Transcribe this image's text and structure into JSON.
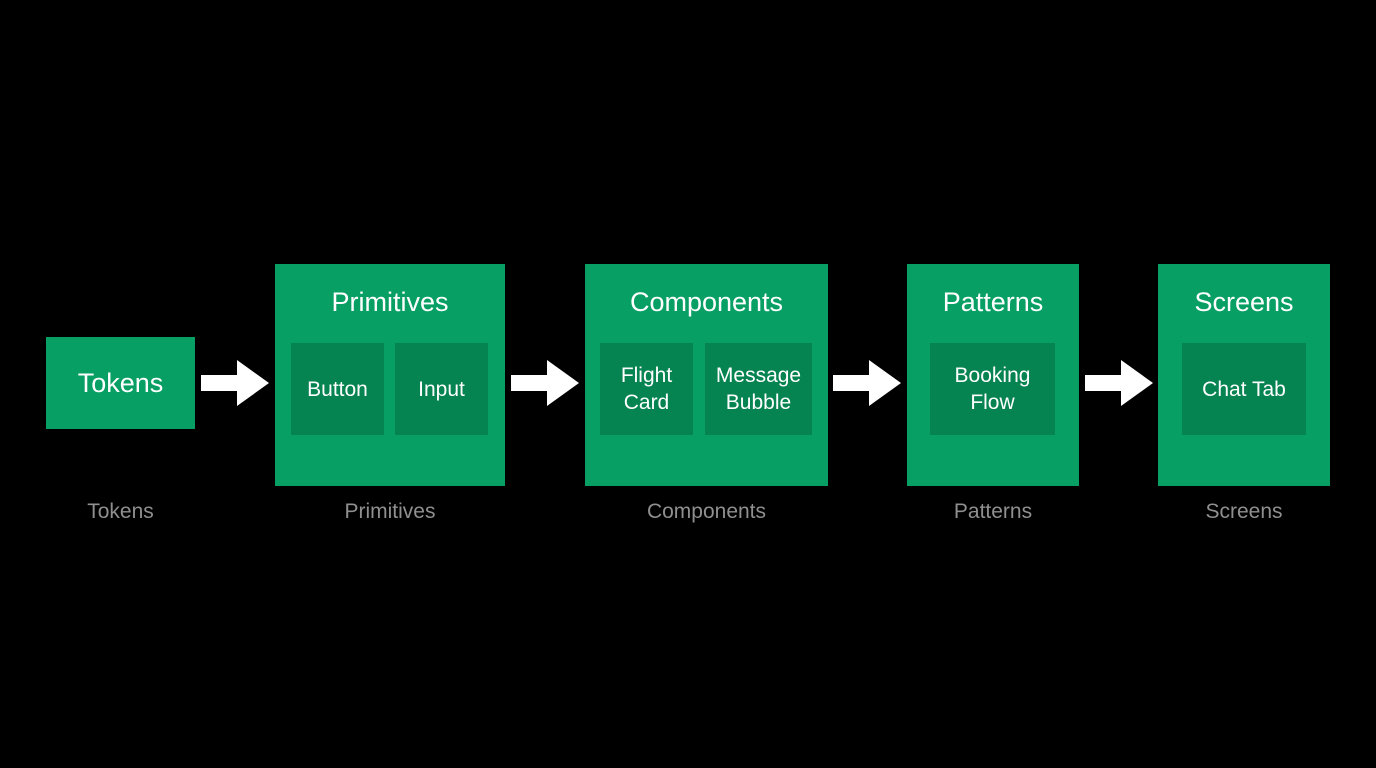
{
  "colors": {
    "background": "#000000",
    "box": "#079f63",
    "inner_box": "#058350",
    "text": "#ffffff",
    "caption": "#8f8f8f",
    "arrow": "#ffffff"
  },
  "stages": {
    "tokens": {
      "title": "Tokens",
      "caption": "Tokens"
    },
    "primitives": {
      "title": "Primitives",
      "items": [
        "Button",
        "Input"
      ],
      "caption": "Primitives"
    },
    "components": {
      "title": "Components",
      "items": [
        "Flight\nCard",
        "Message\nBubble"
      ],
      "caption": "Components"
    },
    "patterns": {
      "title": "Patterns",
      "items": [
        "Booking\nFlow"
      ],
      "caption": "Patterns"
    },
    "screens": {
      "title": "Screens",
      "items": [
        "Chat Tab"
      ],
      "caption": "Screens"
    }
  },
  "arrows": [
    {
      "from": "Tokens",
      "to": "Primitives",
      "icon": "right-arrow-icon"
    },
    {
      "from": "Primitives",
      "to": "Components",
      "icon": "right-arrow-icon"
    },
    {
      "from": "Components",
      "to": "Patterns",
      "icon": "right-arrow-icon"
    },
    {
      "from": "Patterns",
      "to": "Screens",
      "icon": "right-arrow-icon"
    }
  ]
}
